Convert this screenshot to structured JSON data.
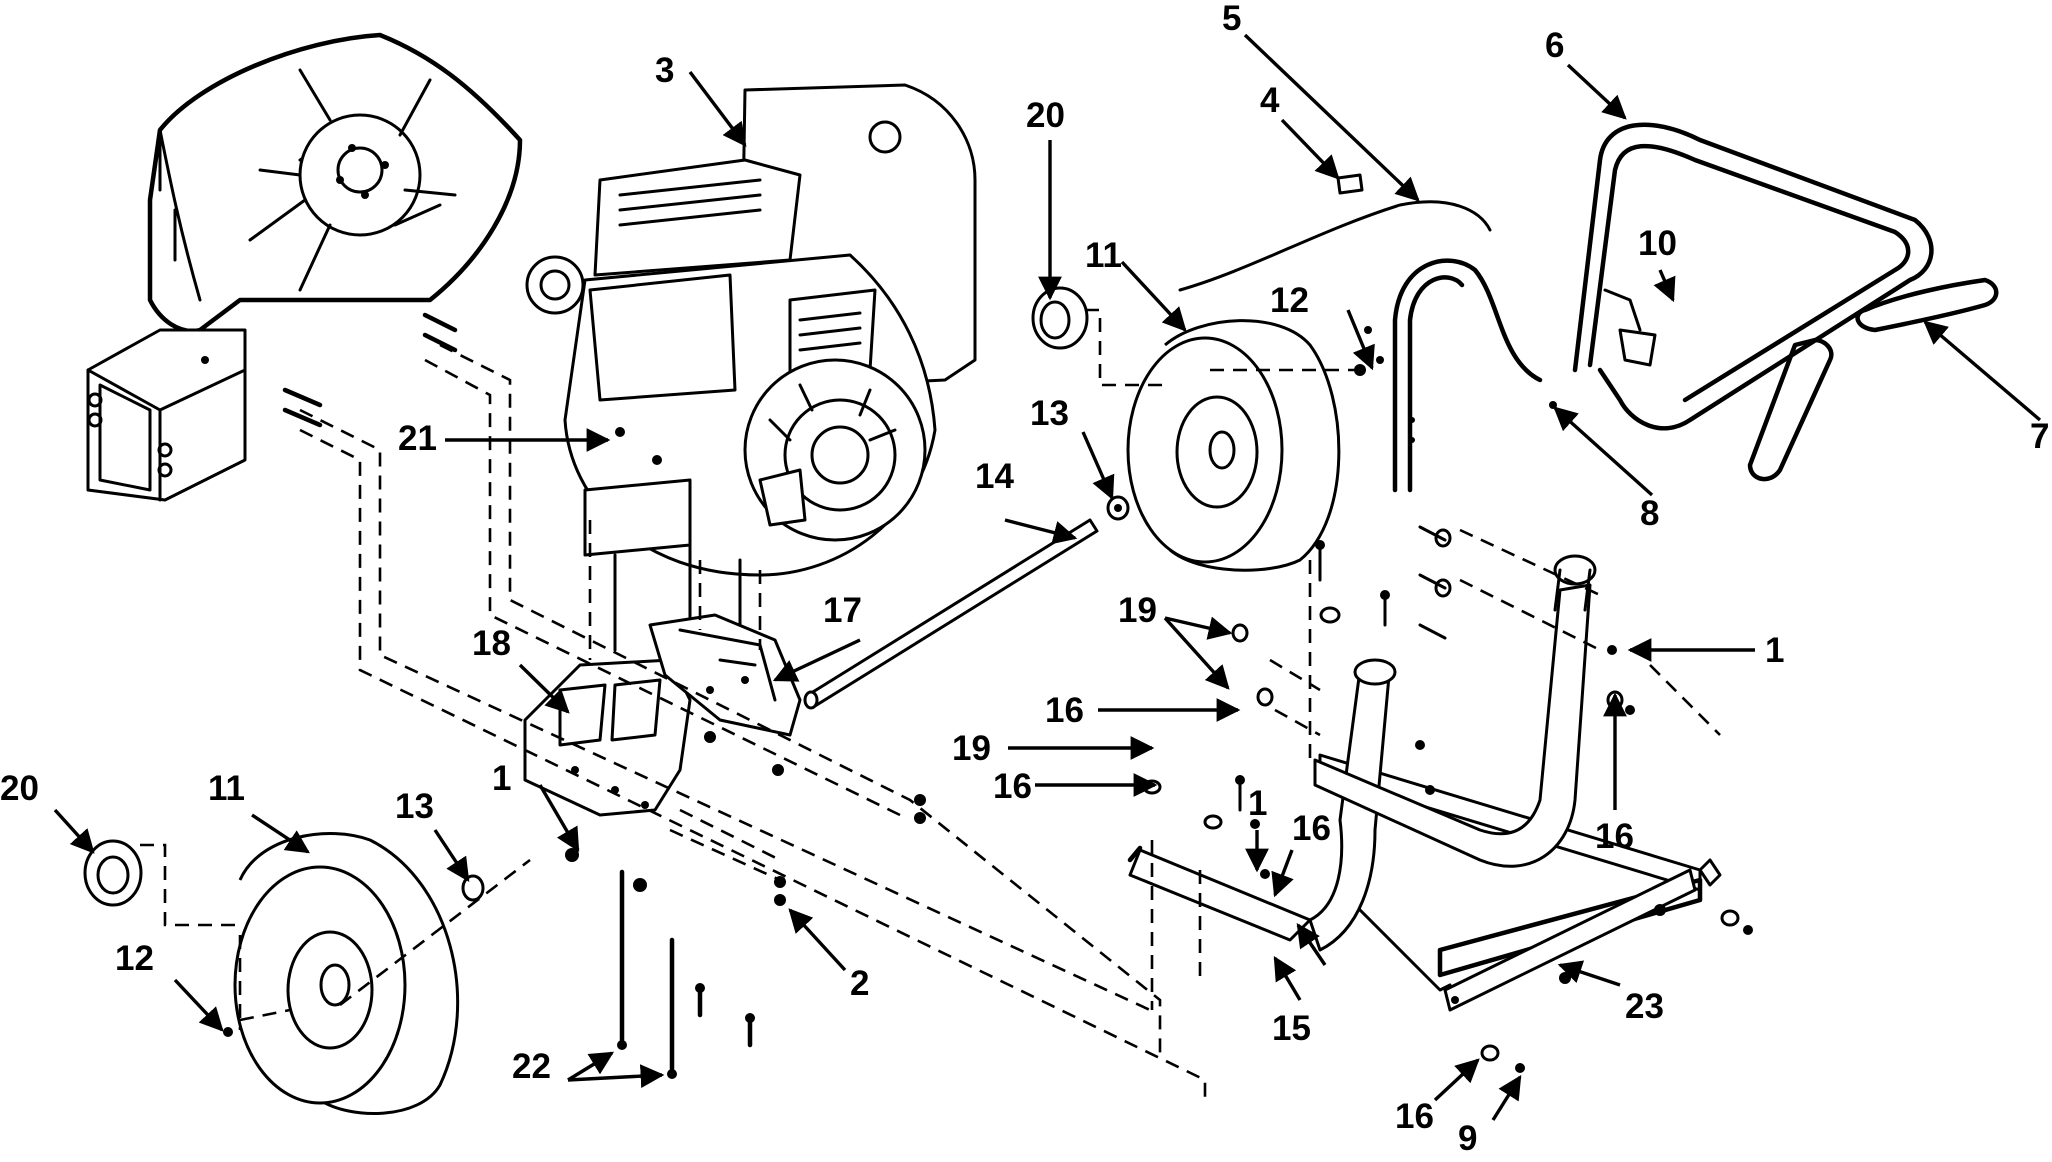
{
  "callouts": {
    "c1a": "1",
    "c1b": "1",
    "c1c": "1",
    "c2": "2",
    "c3": "3",
    "c4": "4",
    "c5": "5",
    "c6": "6",
    "c7": "7",
    "c8": "8",
    "c9": "9",
    "c10": "10",
    "c11a": "11",
    "c11b": "11",
    "c12a": "12",
    "c12b": "12",
    "c13a": "13",
    "c13b": "13",
    "c14": "14",
    "c15": "15",
    "c16a": "16",
    "c16b": "16",
    "c16c": "16",
    "c16d": "16",
    "c16e": "16",
    "c17": "17",
    "c18": "18",
    "c19a": "19",
    "c19b": "19",
    "c20a": "20",
    "c20b": "20",
    "c21": "21",
    "c22": "22",
    "c23": "23"
  }
}
